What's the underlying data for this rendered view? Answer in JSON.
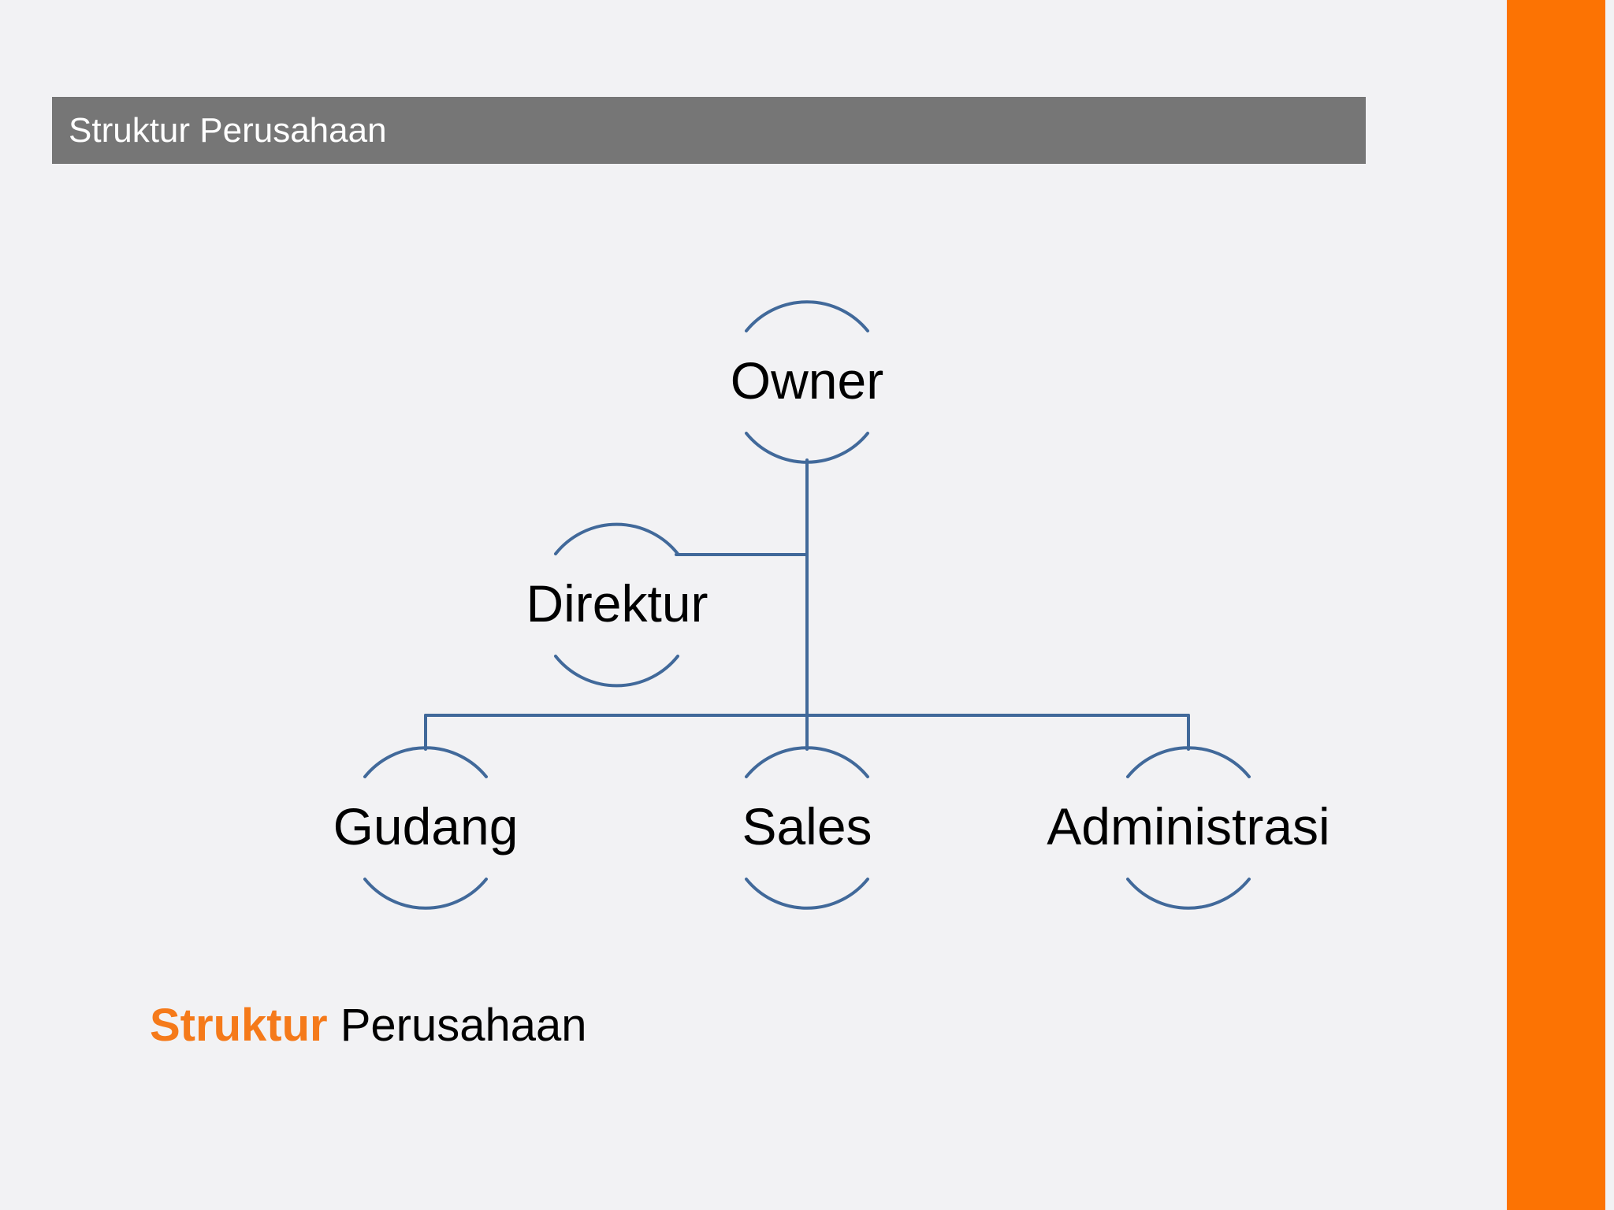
{
  "slide": {
    "title": "Struktur Perusahaan",
    "accent_color": "#fc7303",
    "connector_color": "#41699a"
  },
  "org_chart": {
    "nodes": [
      {
        "id": "owner",
        "label": "Owner"
      },
      {
        "id": "direktur",
        "label": "Direktur"
      },
      {
        "id": "gudang",
        "label": "Gudang"
      },
      {
        "id": "sales",
        "label": "Sales"
      },
      {
        "id": "administrasi",
        "label": "Administrasi"
      }
    ]
  },
  "footer": {
    "highlight": "Struktur",
    "rest": "Perusahaan"
  }
}
